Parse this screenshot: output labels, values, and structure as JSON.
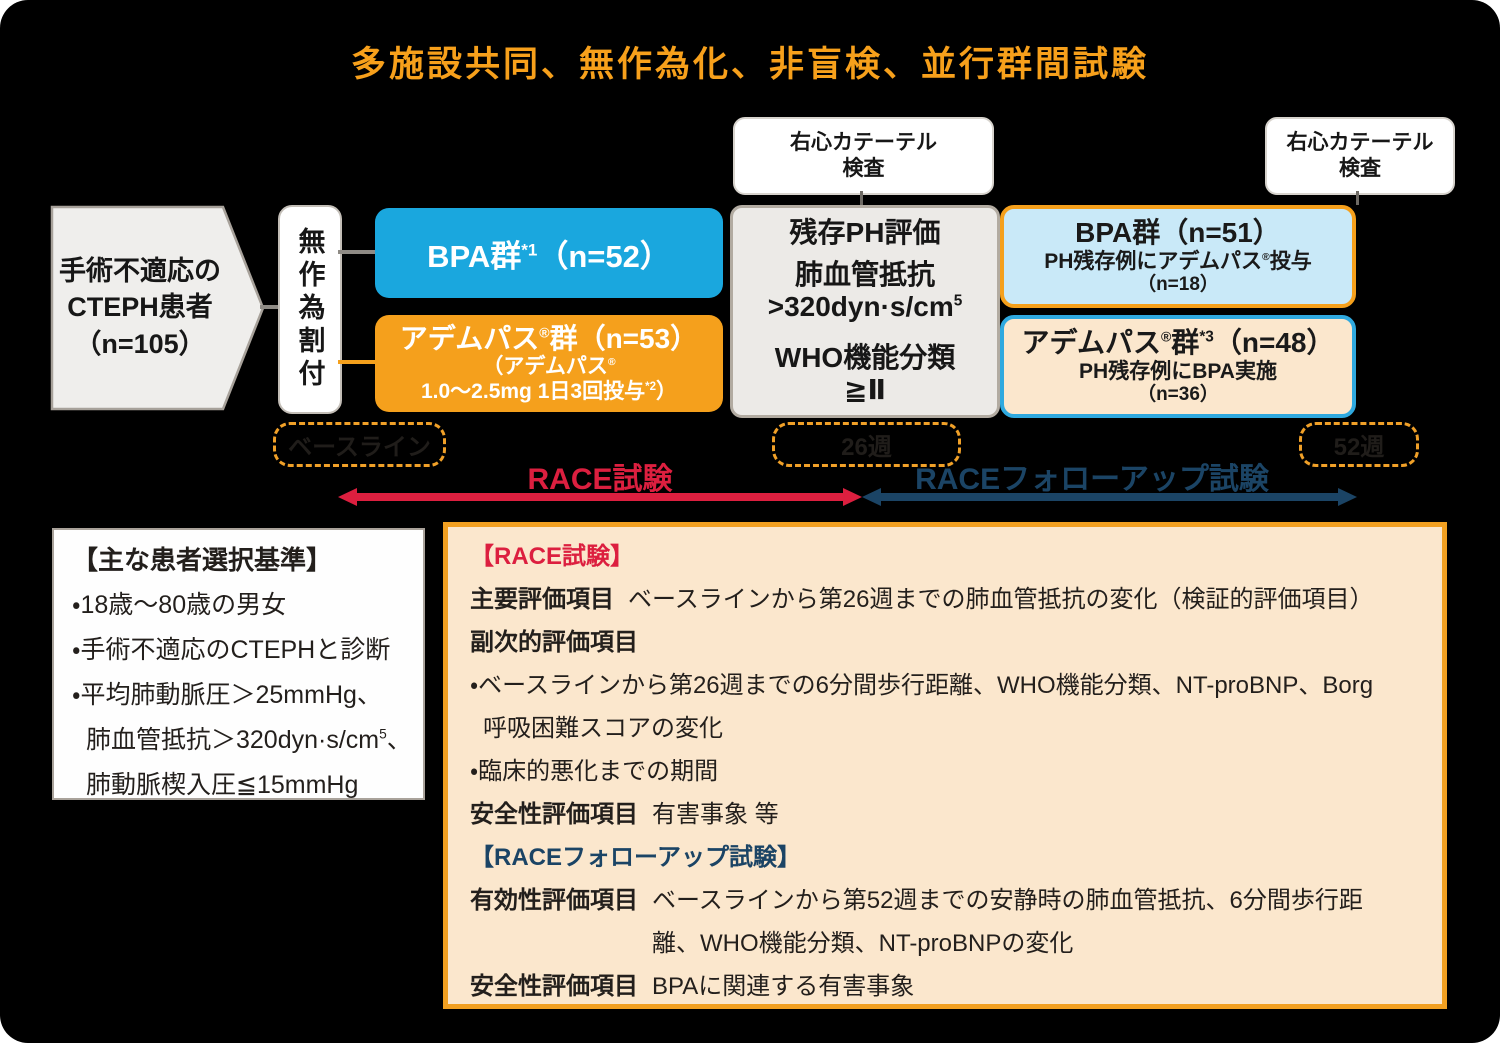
{
  "title": "多施設共同、無作為化、非盲検、並行群間試験",
  "colors": {
    "background": "#000000",
    "title_orange": "#F7A01B",
    "bpa_blue": "#1AA7DE",
    "adempas_orange": "#F5A01C",
    "followup_bpa_fill": "#C9E9F8",
    "followup_adempas_fill": "#FBE7CD",
    "race_red": "#DC1F3F",
    "followup_navy": "#1B4465",
    "dashed_orange": "#F0A028"
  },
  "rhc_box": {
    "line1": "右心カテーテル",
    "line2": "検査"
  },
  "patient_box": {
    "line1": "手術不適応の",
    "line2": "CTEPH患者",
    "line3": "（n=105）"
  },
  "randomize_box": {
    "label": "無作為割付"
  },
  "bpa_box": {
    "main": "BPA群",
    "sup": "*1",
    "tail": "（n=52）"
  },
  "adempas_box": {
    "l1_main": "アデムパス",
    "l1_reg": "®",
    "l1_tail": "群（n=53）",
    "l2_pre": "（アデムパス",
    "l2_reg": "®",
    "l3_main": "1.0〜2.5mg 1日3回投与",
    "l3_sup": "*2",
    "l3_tail": "）"
  },
  "ph_box": {
    "line1": "残存PH評価",
    "line2": "肺血管抵抗",
    "line3_main": ">320dyn·s/cm",
    "line3_sup": "5",
    "line4": "WHO機能分類",
    "line5": "≧Ⅱ"
  },
  "fu_bpa_box": {
    "l1": "BPA群（n=51）",
    "l2_pre": "PH残存例にアデムパス",
    "l2_reg": "®",
    "l2_tail": "投与",
    "l3": "（n=18）"
  },
  "fu_adempas_box": {
    "l1_pre": "アデムパス",
    "l1_reg": "®",
    "l1_mid": "群",
    "l1_sup": "*3",
    "l1_tail": "（n=48）",
    "l2": "PH残存例にBPA実施",
    "l3": "（n=36）"
  },
  "timeline": {
    "baseline": "ベースライン",
    "week26": "26週",
    "week52": "52週",
    "race_label": "RACE試験",
    "followup_label": "RACEフォローアップ試験"
  },
  "criteria_box": {
    "title": "【主な患者選択基準】",
    "item1": "・18歳〜80歳の男女",
    "item2": "・手術不適応のCTEPHと診断",
    "item3_l1": "・平均肺動脈圧＞25mmHg、",
    "item3_l2_main": "肺血管抵抗＞320dyn·s/cm",
    "item3_l2_sup": "5",
    "item3_l2_tail": "、",
    "item3_l3": "肺動脈楔入圧≦15mmHg"
  },
  "race_box": {
    "race_title": "【RACE試験】",
    "primary_label": "主要評価項目",
    "primary_text": "ベースラインから第26週までの肺血管抵抗の変化（検証的評価項目）",
    "secondary_label": "副次的評価項目",
    "sec_item1_l1": "・ベースラインから第26週までの6分間歩行距離、WHO機能分類、NT-proBNP、Borg",
    "sec_item1_l2": "呼吸困難スコアの変化",
    "sec_item2": "・臨床的悪化までの期間",
    "safety_label": "安全性評価項目",
    "safety_text": "有害事象 等",
    "followup_title": "【RACEフォローアップ試験】",
    "efficacy_label": "有効性評価項目",
    "efficacy_l1": "ベースラインから第52週までの安静時の肺血管抵抗、6分間歩行距",
    "efficacy_l2": "離、WHO機能分類、NT-proBNPの変化",
    "safety2_label": "安全性評価項目",
    "safety2_text": "BPAに関連する有害事象"
  }
}
